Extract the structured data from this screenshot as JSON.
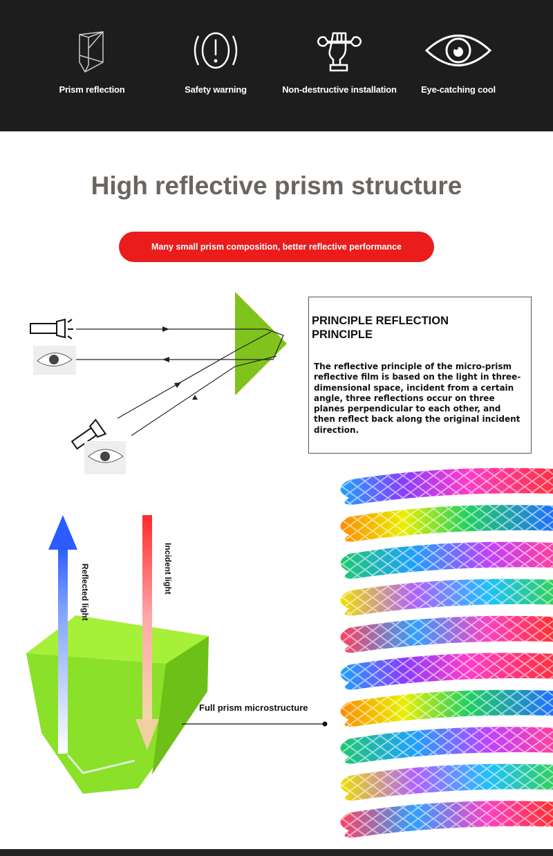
{
  "features": [
    {
      "label": "Prism reflection",
      "icon": "prism-icon"
    },
    {
      "label": "Safety warning",
      "icon": "warning-icon"
    },
    {
      "label": "Non-destructive installation",
      "icon": "wrench-hand-icon"
    },
    {
      "label": "Eye-catching cool",
      "icon": "eye-icon"
    }
  ],
  "title": "High reflective prism structure",
  "banner": "Many small prism composition, better reflective performance",
  "principle": {
    "heading": "PRINCIPLE REFLECTION PRINCIPLE",
    "body": "The reflective principle of the micro-prism reflective film is based on the light in three-dimensional space, incident from a certain angle, three reflections occur on three planes perpendicular to each other, and then reflect back along the original incident direction."
  },
  "labels": {
    "reflected": "Reflected light",
    "incident": "Incident light",
    "microstructure": "Full prism microstructure"
  },
  "colors": {
    "banner": "#ea1c1c",
    "prism_green": "#7fd321",
    "topbar": "#1d1d1d"
  }
}
